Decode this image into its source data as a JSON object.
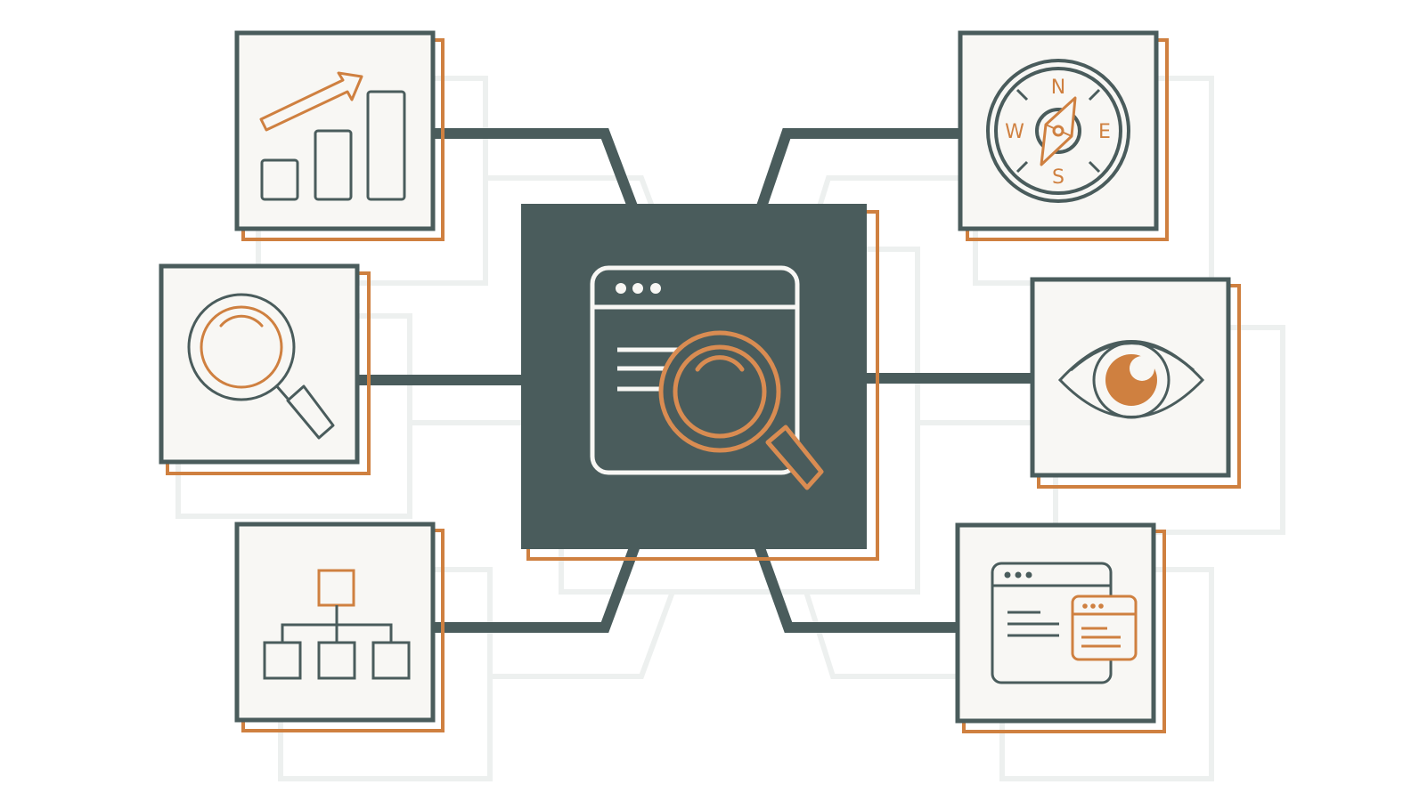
{
  "colors": {
    "background": "#ffffff",
    "dark": "#4a5c5c",
    "accent": "#cf8040",
    "card_fill": "#f8f7f4",
    "shadow": "#eef1f0",
    "light_stroke": "#f3f2ee"
  },
  "hub": {
    "icon": "browser-search-icon"
  },
  "nodes": [
    {
      "id": "growth",
      "icon": "growth-chart-icon"
    },
    {
      "id": "compass",
      "icon": "compass-icon",
      "labels": {
        "north": "N",
        "east": "E",
        "south": "S",
        "west": "W"
      }
    },
    {
      "id": "search",
      "icon": "magnifier-icon"
    },
    {
      "id": "vision",
      "icon": "eye-icon"
    },
    {
      "id": "hierarchy",
      "icon": "sitemap-icon"
    },
    {
      "id": "windows",
      "icon": "browser-windows-icon"
    }
  ]
}
